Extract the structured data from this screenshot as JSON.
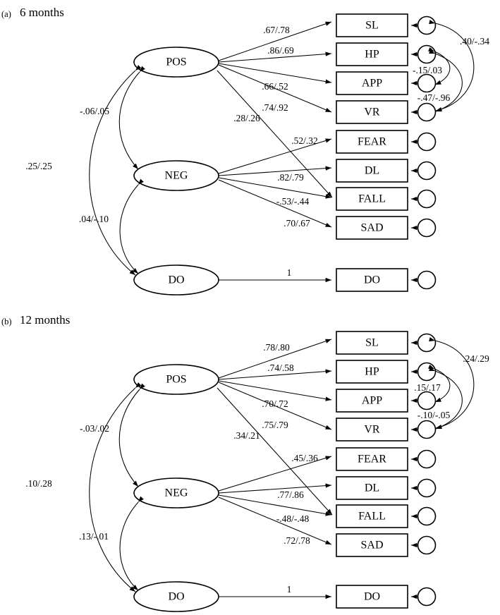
{
  "figure": {
    "type": "structural-equation-model-path-diagram",
    "panels": [
      {
        "tag": "(a)",
        "title": "6 months",
        "latent_factors": [
          {
            "id": "POS",
            "label": "POS"
          },
          {
            "id": "NEG",
            "label": "NEG"
          },
          {
            "id": "DO",
            "label": "DO"
          }
        ],
        "indicators": [
          {
            "id": "SL",
            "label": "SL"
          },
          {
            "id": "HP",
            "label": "HP"
          },
          {
            "id": "APP",
            "label": "APP"
          },
          {
            "id": "VR",
            "label": "VR"
          },
          {
            "id": "FEAR",
            "label": "FEAR"
          },
          {
            "id": "DL",
            "label": "DL"
          },
          {
            "id": "FALL",
            "label": "FALL"
          },
          {
            "id": "SAD",
            "label": "SAD"
          },
          {
            "id": "DO",
            "label": "DO"
          }
        ],
        "loadings": [
          {
            "from": "POS",
            "to": "SL",
            "label": ".67/.78"
          },
          {
            "from": "POS",
            "to": "HP",
            "label": ".86/.69"
          },
          {
            "from": "POS",
            "to": "APP",
            "label": ".66/.52"
          },
          {
            "from": "POS",
            "to": "VR",
            "label": ".74/.92"
          },
          {
            "from": "POS",
            "to": "FALL",
            "label": ".28/.26"
          },
          {
            "from": "NEG",
            "to": "FEAR",
            "label": ".52/.32"
          },
          {
            "from": "NEG",
            "to": "DL",
            "label": ".82/.79"
          },
          {
            "from": "NEG",
            "to": "FALL",
            "label": "-.53/-.44"
          },
          {
            "from": "NEG",
            "to": "SAD",
            "label": ".70/.67"
          },
          {
            "from": "DO",
            "to": "DO",
            "label": "1"
          }
        ],
        "factor_correlations": [
          {
            "between": "POS-NEG",
            "label": "-.06/.05"
          },
          {
            "between": "POS-DO",
            "label": ".25/.25"
          },
          {
            "between": "NEG-DO",
            "label": ".04/-.10"
          }
        ],
        "residual_correlations": [
          {
            "between": "e_SL-e_VR",
            "label": ".40/-.34"
          },
          {
            "between": "e_HP-e_APP",
            "label": "-.15/.03"
          },
          {
            "between": "e_HP-e_VR",
            "label": "-.47/-.96"
          }
        ]
      },
      {
        "tag": "(b)",
        "title": "12 months",
        "latent_factors": [
          {
            "id": "POS",
            "label": "POS"
          },
          {
            "id": "NEG",
            "label": "NEG"
          },
          {
            "id": "DO",
            "label": "DO"
          }
        ],
        "indicators": [
          {
            "id": "SL",
            "label": "SL"
          },
          {
            "id": "HP",
            "label": "HP"
          },
          {
            "id": "APP",
            "label": "APP"
          },
          {
            "id": "VR",
            "label": "VR"
          },
          {
            "id": "FEAR",
            "label": "FEAR"
          },
          {
            "id": "DL",
            "label": "DL"
          },
          {
            "id": "FALL",
            "label": "FALL"
          },
          {
            "id": "SAD",
            "label": "SAD"
          },
          {
            "id": "DO",
            "label": "DO"
          }
        ],
        "loadings": [
          {
            "from": "POS",
            "to": "SL",
            "label": ".78/.80"
          },
          {
            "from": "POS",
            "to": "HP",
            "label": ".74/.58"
          },
          {
            "from": "POS",
            "to": "APP",
            "label": ".70/.72"
          },
          {
            "from": "POS",
            "to": "VR",
            "label": ".75/.79"
          },
          {
            "from": "POS",
            "to": "FALL",
            "label": ".34/.21"
          },
          {
            "from": "NEG",
            "to": "FEAR",
            "label": ".45/.36"
          },
          {
            "from": "NEG",
            "to": "DL",
            "label": ".77/.86"
          },
          {
            "from": "NEG",
            "to": "FALL",
            "label": "-.48/-.48"
          },
          {
            "from": "NEG",
            "to": "SAD",
            "label": ".72/.78"
          },
          {
            "from": "DO",
            "to": "DO",
            "label": "1"
          }
        ],
        "factor_correlations": [
          {
            "between": "POS-NEG",
            "label": "-.03/.02"
          },
          {
            "between": "POS-DO",
            "label": ".10/.28"
          },
          {
            "between": "NEG-DO",
            "label": ".13/-.01"
          }
        ],
        "residual_correlations": [
          {
            "between": "e_SL-e_VR",
            "label": ".24/.29"
          },
          {
            "between": "e_HP-e_APP",
            "label": ".15/.17"
          },
          {
            "between": "e_HP-e_VR",
            "label": "-.10/-.05"
          }
        ]
      }
    ],
    "colors": {
      "stroke": "#000000",
      "fill": "#ffffff",
      "background": "#ffffff"
    }
  }
}
